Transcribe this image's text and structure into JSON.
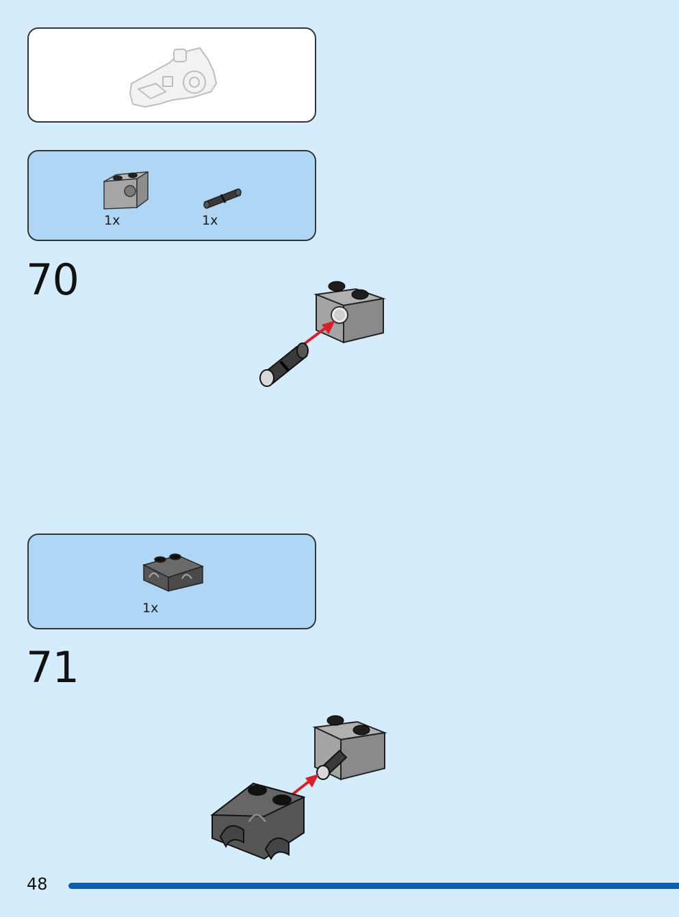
{
  "page": {
    "number": "48"
  },
  "colors": {
    "background": "#d4ecfb",
    "parts_panel": "#b0d6f5",
    "page_bar": "#0a5fb1",
    "arrow": "#d3212d"
  },
  "steps": [
    {
      "number": "70",
      "parts": [
        {
          "name": "technic-brick-1x2-with-hole",
          "qty": "1x"
        },
        {
          "name": "friction-pin",
          "qty": "1x"
        }
      ]
    },
    {
      "number": "71",
      "parts": [
        {
          "name": "steering-knuckle-arm",
          "qty": "1x"
        }
      ]
    }
  ]
}
